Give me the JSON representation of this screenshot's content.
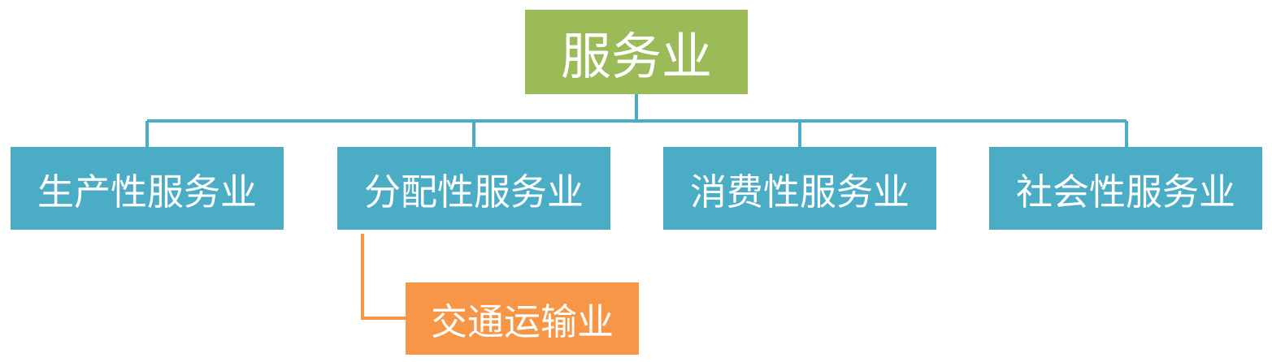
{
  "colors": {
    "root": "#9bbb59",
    "level1": "#4bacc6",
    "leaf": "#f79646",
    "connector_main": "#4bacc6",
    "connector_leaf": "#f79646"
  },
  "root": {
    "label": "服务业"
  },
  "children": [
    {
      "label": "生产性服务业"
    },
    {
      "label": "分配性服务业"
    },
    {
      "label": "消费性服务业"
    },
    {
      "label": "社会性服务业"
    }
  ],
  "leaf": {
    "label": "交通运输业",
    "parent_index": 1
  }
}
